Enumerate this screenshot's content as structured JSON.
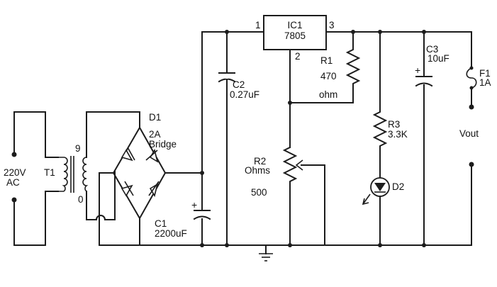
{
  "colors": {
    "wire": "#1c1c1c",
    "background": "#ffffff",
    "text": "#111111"
  },
  "labels": {
    "ic1": "IC1",
    "ic1_part": "7805",
    "ic1_pin1": "1",
    "ic1_pin2": "2",
    "ic1_pin3": "3",
    "d1": "D1",
    "d1_rating": "2A",
    "d1_type": "Bridge",
    "t1": "T1",
    "t1_tap9": "9",
    "t1_tap0": "0",
    "ac_voltage": "220V",
    "ac_type": "AC",
    "c1": "C1",
    "c1_value": "2200uF",
    "c2": "C2",
    "c2_value": "0.27uF",
    "c3": "C3",
    "c3_value": "10uF",
    "r1": "R1",
    "r1_value": "470",
    "r1_unit": "ohm",
    "r2": "R2",
    "r2_unit": "Ohms",
    "r2_value": "500",
    "r3": "R3",
    "r3_value": "3.3K",
    "d2": "D2",
    "f1": "F1",
    "f1_rating": "1A",
    "vout": "Vout"
  }
}
